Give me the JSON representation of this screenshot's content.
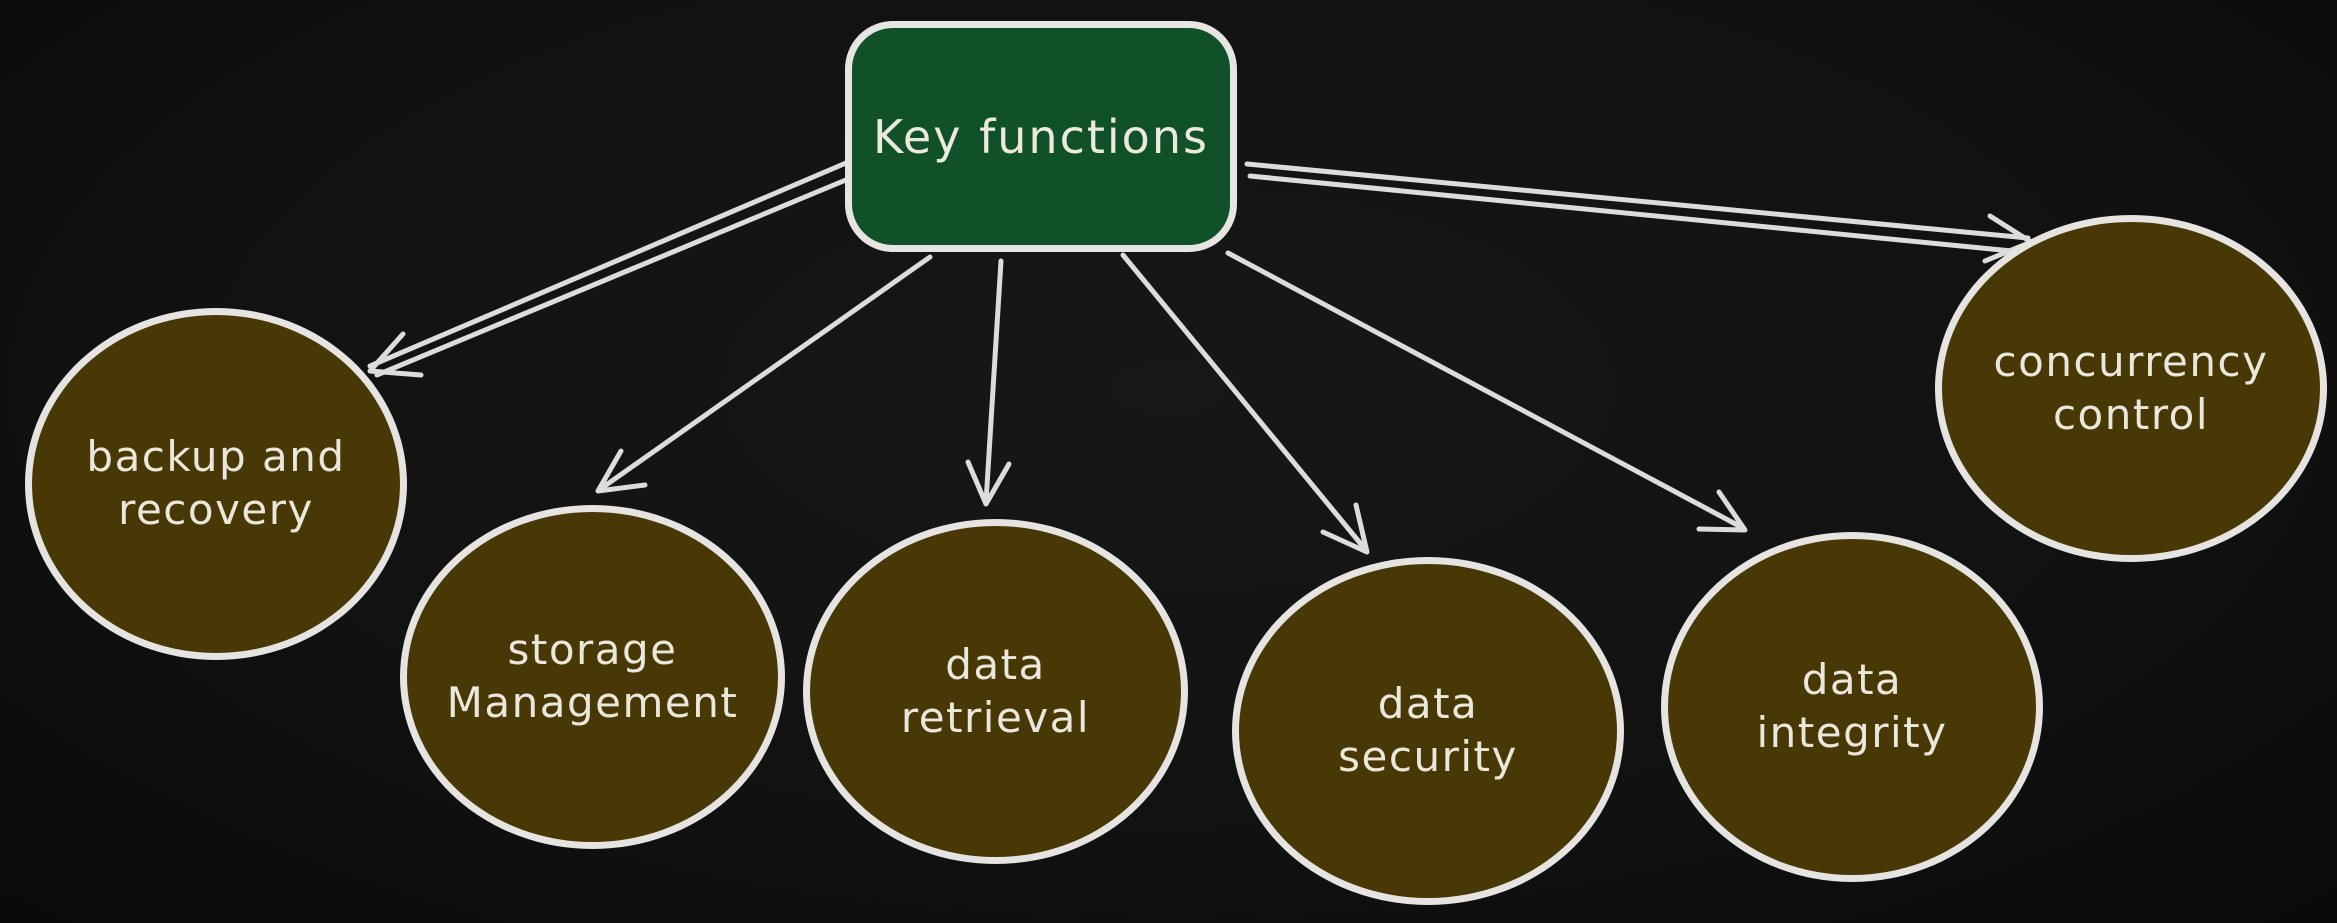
{
  "diagram": {
    "title": "Key functions",
    "root": {
      "label": "Key functions"
    },
    "nodes": [
      {
        "id": "backup-and-recovery",
        "lines": [
          "backup and",
          "recovery"
        ]
      },
      {
        "id": "storage-management",
        "lines": [
          "storage",
          "Management"
        ]
      },
      {
        "id": "data-retrieval",
        "lines": [
          "data",
          "retrieval"
        ]
      },
      {
        "id": "data-security",
        "lines": [
          "data",
          "security"
        ]
      },
      {
        "id": "data-integrity",
        "lines": [
          "data",
          "integrity"
        ]
      },
      {
        "id": "concurrency-control",
        "lines": [
          "concurrency",
          "control"
        ]
      }
    ],
    "edges": [
      {
        "from": "Key functions",
        "to": "backup and recovery"
      },
      {
        "from": "Key functions",
        "to": "storage Management"
      },
      {
        "from": "Key functions",
        "to": "data retrieval"
      },
      {
        "from": "Key functions",
        "to": "data security"
      },
      {
        "from": "Key functions",
        "to": "data integrity"
      },
      {
        "from": "Key functions",
        "to": "concurrency control"
      }
    ],
    "colors": {
      "background": "#121212",
      "root_fill": "#115129",
      "node_fill": "#483806",
      "stroke": "#e6e4e0",
      "arrow": "#dcdcdc",
      "text": "#eae7db"
    }
  }
}
